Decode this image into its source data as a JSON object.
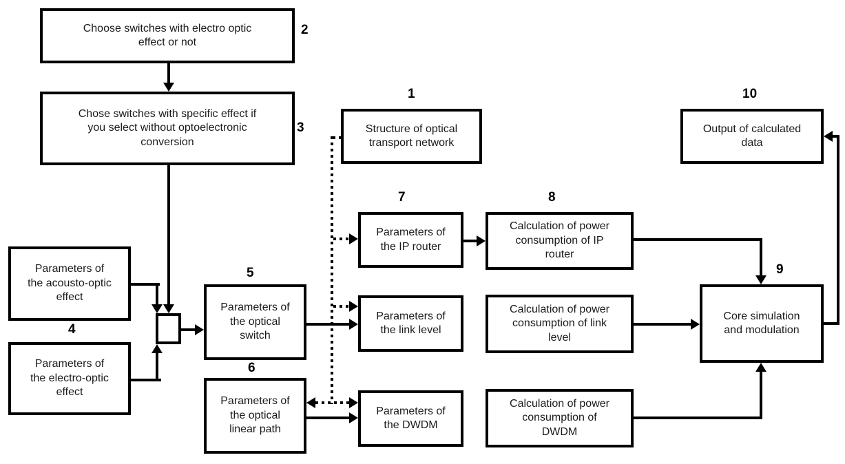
{
  "diagram": {
    "background_color": "#ffffff",
    "line_color": "#000000",
    "nodes": {
      "structure_otn": {
        "num": "1",
        "text": "Structure of optical\ntransport network"
      },
      "choose_switches": {
        "num": "2",
        "text": "Choose switches with electro optic\neffect or not"
      },
      "chose_specific": {
        "num": "3",
        "text": "Chose switches with specific effect if\nyou select without optoelectronic\nconversion"
      },
      "acousto_optic": {
        "text": "Parameters of\nthe acousto-optic\neffect"
      },
      "pair_label": {
        "num": "4"
      },
      "electro_optic": {
        "text": "Parameters of\nthe electro-optic\neffect"
      },
      "optical_switch": {
        "num": "5",
        "text": "Parameters of\nthe optical\nswitch"
      },
      "optical_linear_path": {
        "num": "6",
        "text": "Parameters of\nthe optical\nlinear path"
      },
      "ip_router": {
        "num": "7",
        "text": "Parameters of\nthe IP router"
      },
      "ip_router_power": {
        "num": "8",
        "text": "Calculation of power\nconsumption of IP\nrouter"
      },
      "link_level": {
        "text": "Parameters of\nthe link level"
      },
      "link_level_power": {
        "text": "Calculation of power\nconsumption of link\nlevel"
      },
      "dwdm": {
        "text": "Parameters of\nthe DWDM"
      },
      "dwdm_power": {
        "text": "Calculation of power\nconsumption of\nDWDM"
      },
      "core_simulation": {
        "num": "9",
        "text": "Core simulation\nand modulation"
      },
      "output_data": {
        "num": "10",
        "text": "Output of calculated\ndata"
      }
    }
  }
}
